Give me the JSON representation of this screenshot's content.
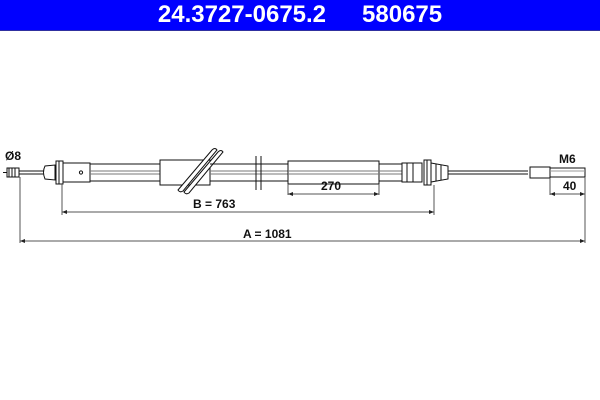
{
  "header": {
    "part_number": "24.3727-0675.2",
    "reference_number": "580675",
    "background_color": "#0000ff",
    "text_color": "#ffffff"
  },
  "drawing": {
    "type": "brake cable technical drawing",
    "labels": {
      "left_end_diameter": "Ø8",
      "thread": "M6",
      "thread_length": "40",
      "sleeve_length": "270",
      "dimension_b": "B = 763",
      "dimension_a": "A = 1081"
    },
    "line_color": "#111111",
    "dimension_line_color": "#555555"
  }
}
